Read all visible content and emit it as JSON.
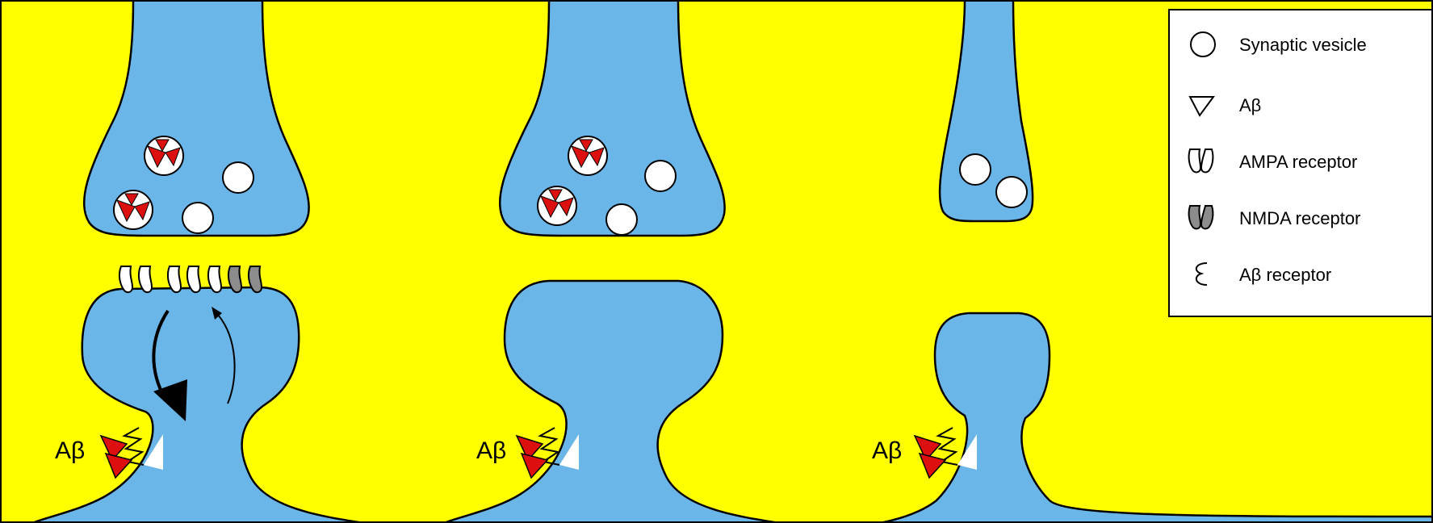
{
  "colors": {
    "background": "#ffff00",
    "cell": "#6ab6e8",
    "outline": "#000000",
    "vesicle": "#ffffff",
    "abeta": "#dd1010",
    "nmda": "#8c8c8c",
    "frame": "#000000"
  },
  "panels": [
    {
      "name": "normal",
      "abeta_label": "Aβ",
      "loaded_vesicles": 2,
      "empty_vesicles": 2,
      "has_receptors": true,
      "has_arrows": true
    },
    {
      "name": "receptors-lost",
      "abeta_label": "Aβ",
      "loaded_vesicles": 2,
      "empty_vesicles": 2,
      "has_receptors": false,
      "has_arrows": false
    },
    {
      "name": "spine-shrunk",
      "abeta_label": "Aβ",
      "loaded_vesicles": 0,
      "empty_vesicles": 2,
      "has_receptors": false,
      "has_arrows": false
    }
  ],
  "legend": {
    "items": [
      {
        "icon": "synaptic-vesicle-icon",
        "label": "Synaptic vesicle"
      },
      {
        "icon": "abeta-triangle-icon",
        "label": "Aβ"
      },
      {
        "icon": "ampa-receptor-icon",
        "label": "AMPA receptor"
      },
      {
        "icon": "nmda-receptor-icon",
        "label": "NMDA receptor"
      },
      {
        "icon": "abeta-receptor-icon",
        "label": "Aβ receptor"
      }
    ]
  }
}
